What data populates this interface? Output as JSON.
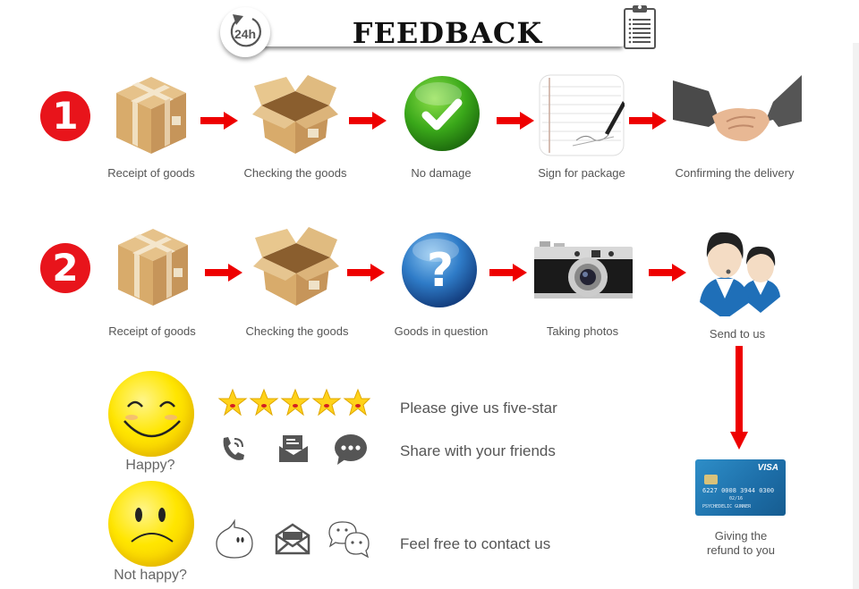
{
  "header": {
    "title": "FEEDBACK",
    "clock_badge": "24h",
    "left_icon": "clock-24h-icon",
    "right_icon": "clipboard-icon"
  },
  "flow1": {
    "number": "1",
    "steps": [
      {
        "label": "Receipt of goods",
        "icon": "sealed-box-icon"
      },
      {
        "label": "Checking the goods",
        "icon": "open-box-icon"
      },
      {
        "label": "No damage",
        "icon": "green-check-icon"
      },
      {
        "label": "Sign for package",
        "icon": "signature-pen-icon"
      },
      {
        "label": "Confirming the delivery",
        "icon": "handshake-icon"
      }
    ]
  },
  "flow2": {
    "number": "2",
    "steps": [
      {
        "label": "Receipt of goods",
        "icon": "sealed-box-icon"
      },
      {
        "label": "Checking the goods",
        "icon": "open-box-icon"
      },
      {
        "label": "Goods in question",
        "icon": "blue-question-icon"
      },
      {
        "label": "Taking photos",
        "icon": "camera-icon"
      },
      {
        "label": "Send to us",
        "icon": "support-agents-icon"
      }
    ],
    "refund": {
      "label_line1": "Giving the",
      "label_line2": "refund to you",
      "card": {
        "brand": "VISA",
        "number": "6227 0008 3944 0300",
        "expiry": "02/16",
        "holder": "PSYCHEDELIC GUNNER"
      }
    }
  },
  "happy": {
    "label": "Happy?",
    "stars_count": 5,
    "line1": "Please give us five-star",
    "line2": "Share with your friends",
    "icons": [
      "phone-icon",
      "mail-icon",
      "chat-bubble-icon"
    ]
  },
  "not_happy": {
    "label": "Not happy?",
    "line1": "Feel free to contact us",
    "icons": [
      "messenger-drop-icon",
      "open-envelope-icon",
      "wechat-icon"
    ]
  },
  "colors": {
    "accent_red": "#e8141b",
    "arrow_red": "#ee0000",
    "text_gray": "#555555",
    "smiley_yellow": "#ffe600"
  }
}
